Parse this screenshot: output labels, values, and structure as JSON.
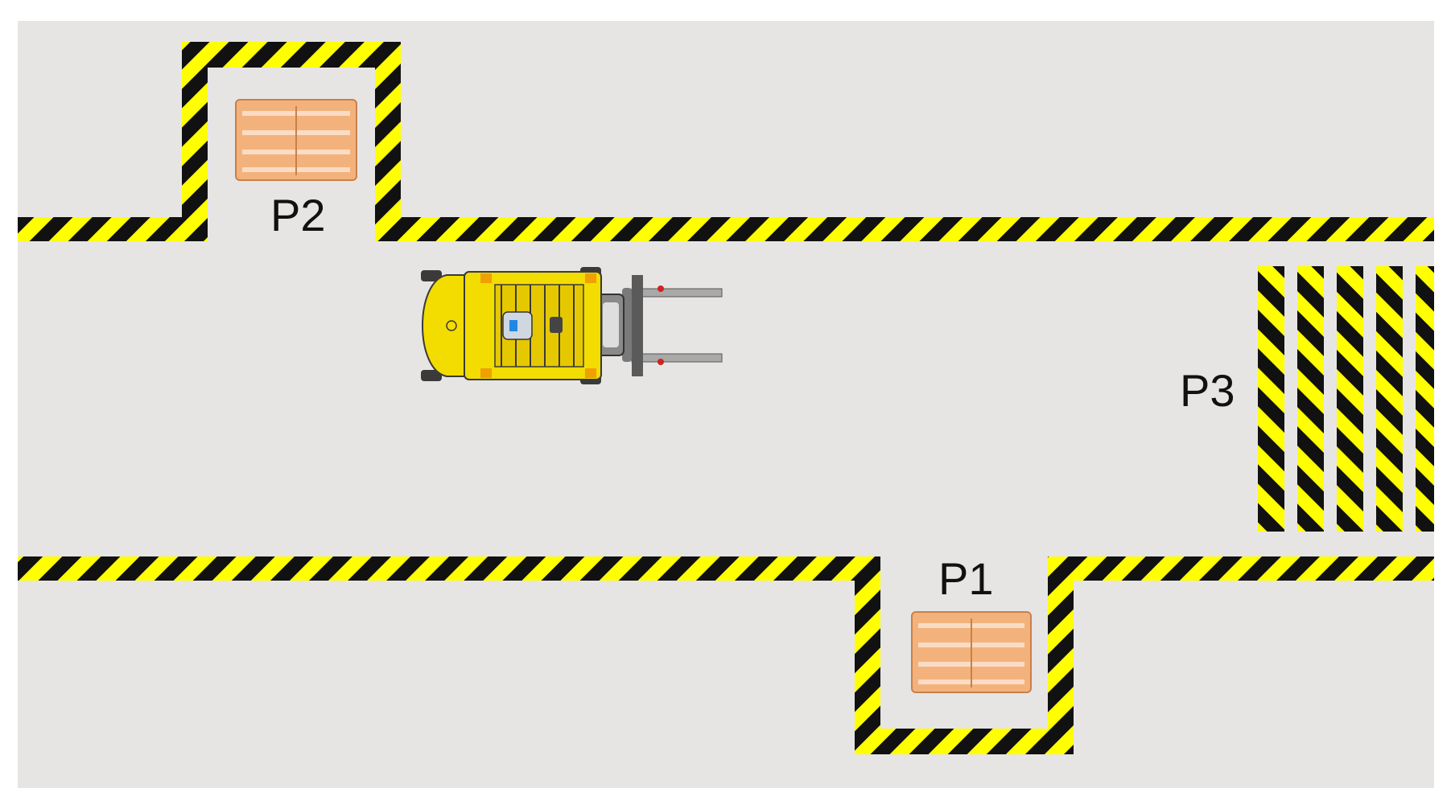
{
  "stations": {
    "p1": {
      "label": "P1"
    },
    "p2": {
      "label": "P2"
    },
    "p3": {
      "label": "P3"
    }
  },
  "colors": {
    "floor": "#e6e5e4",
    "hazard_yellow": "#ffff00",
    "hazard_black": "#111111",
    "pallet_wood": "#f3b27c",
    "pallet_edge": "#c8804a",
    "forklift_body": "#f3dc00",
    "forklift_dark": "#3a3a3a",
    "forks": "#a9a9a9"
  },
  "icons": {
    "forklift": "forklift-icon",
    "pallet": "pallet-icon"
  }
}
